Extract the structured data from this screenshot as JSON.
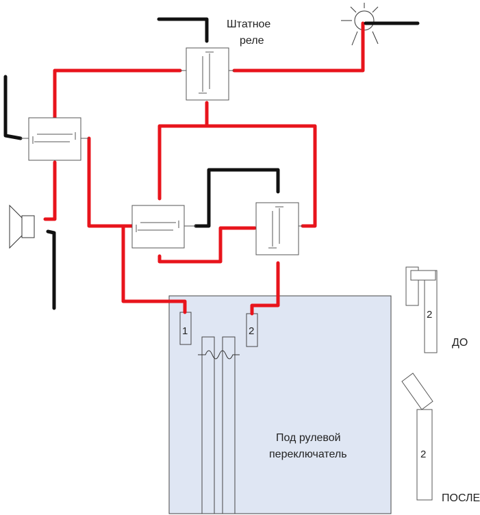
{
  "labels": {
    "relay": [
      "Штатное",
      "реле"
    ],
    "under_wheel": [
      "Под рулевой",
      "переключатель"
    ],
    "before": "ДО",
    "after": "ПОСЛЕ"
  },
  "contacts": {
    "contact_1": "1",
    "contact_2": "2",
    "before_contact": "2",
    "after_contact": "2"
  },
  "colors": {
    "positive_wire": "#e8141c",
    "ground_wire": "#111111",
    "switch_box_fill": "#dfe6f3",
    "component_stroke": "#555555"
  }
}
